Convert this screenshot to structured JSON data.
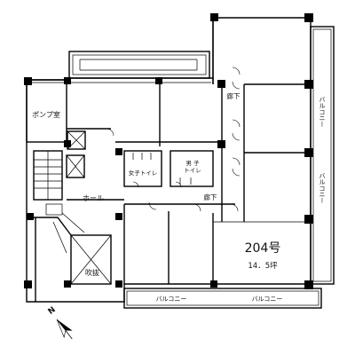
{
  "plan": {
    "unit_number": "204号",
    "unit_area": "14．5坪",
    "unit_color": "#e8391e",
    "rooms": {
      "pump_room": "ポンプ室",
      "hall": "ホール",
      "atrium": "吹抜",
      "womens_toilet": "女子トイレ",
      "mens_toilet_1": "男 子",
      "mens_toilet_2": "トイレ",
      "corridor_upper": "廊下",
      "corridor_lower": "廊下"
    },
    "balconies": {
      "right_upper": "バルコニー",
      "right_lower": "バルコニー",
      "bottom_left": "バルコニー",
      "bottom_right": "バルコニー"
    },
    "compass": {
      "north": "N",
      "icon": "compass-arrow-icon"
    }
  }
}
